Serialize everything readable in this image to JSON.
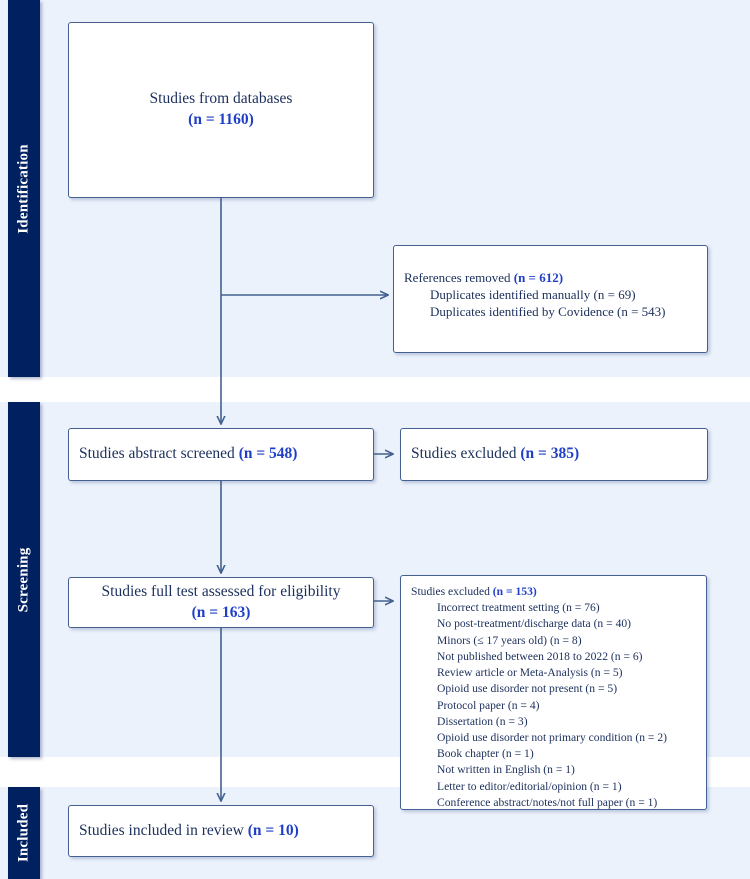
{
  "diagram": {
    "type": "prisma-flow-diagram",
    "accent_color": "#1f3fc8",
    "band_color": "#012060",
    "background_color": "#ecf2fc",
    "box_border_color": "#44618f"
  },
  "stages": {
    "identification": "Identification",
    "screening": "Screening",
    "included": "Included"
  },
  "boxes": {
    "databases": {
      "line1": "Studies from databases",
      "count": "(n = 1160)"
    },
    "references_removed": {
      "title": "References removed ",
      "count": "(n = 612)",
      "items": [
        "Duplicates identified manually (n = 69)",
        "Duplicates identified by Covidence (n = 543)"
      ]
    },
    "abstract_screened": {
      "label": "Studies abstract screened ",
      "count": "(n = 548)"
    },
    "excluded_abstract": {
      "label": "Studies excluded ",
      "count": "(n = 385)"
    },
    "full_text": {
      "line1": "Studies full test assessed for eligibility",
      "count": "(n = 163)"
    },
    "excluded_full_text": {
      "title": "Studies excluded ",
      "count": "(n = 153)",
      "items": [
        "Incorrect treatment setting (n = 76)",
        "No post-treatment/discharge data (n = 40)",
        "Minors (≤ 17 years old) (n = 8)",
        "Not published between 2018 to 2022 (n = 6)",
        "Review article or Meta-Analysis (n = 5)",
        "Opioid use disorder not present (n = 5)",
        "Protocol paper (n = 4)",
        "Dissertation (n = 3)",
        "Opioid use disorder not primary condition (n = 2)",
        "Book chapter (n = 1)",
        "Not written in English (n = 1)",
        "Letter to editor/editorial/opinion (n = 1)",
        "Conference abstract/notes/not full paper (n = 1)"
      ]
    },
    "included_review": {
      "label": "Studies included in review ",
      "count": "(n = 10)"
    }
  }
}
